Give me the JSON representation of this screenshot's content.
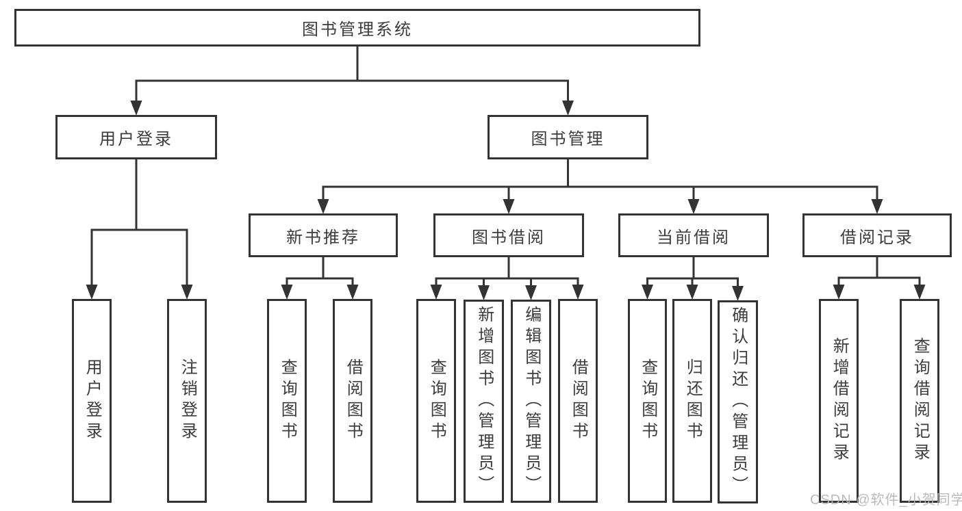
{
  "diagram": {
    "watermark": "CSDN @软件_小贺同学",
    "tree": {
      "id": "root",
      "label": "图书管理系统",
      "children": [
        {
          "id": "user-login",
          "label": "用户登录",
          "children": [
            {
              "id": "leaf-user-login",
              "label": "用户登录"
            },
            {
              "id": "leaf-logout",
              "label": "注销登录"
            }
          ]
        },
        {
          "id": "book-mgmt",
          "label": "图书管理",
          "children": [
            {
              "id": "new-book-rec",
              "label": "新书推荐",
              "children": [
                {
                  "id": "leaf-query-book-1",
                  "label": "查询图书"
                },
                {
                  "id": "leaf-borrow-book-1",
                  "label": "借阅图书"
                }
              ]
            },
            {
              "id": "book-borrow",
              "label": "图书借阅",
              "children": [
                {
                  "id": "leaf-query-book-2",
                  "label": "查询图书"
                },
                {
                  "id": "leaf-add-book",
                  "label": "新增图书（管理员）"
                },
                {
                  "id": "leaf-edit-book",
                  "label": "编辑图书（管理员）"
                },
                {
                  "id": "leaf-borrow-book-2",
                  "label": "借阅图书"
                }
              ]
            },
            {
              "id": "current-borrow",
              "label": "当前借阅",
              "children": [
                {
                  "id": "leaf-query-book-3",
                  "label": "查询图书"
                },
                {
                  "id": "leaf-return-book",
                  "label": "归还图书"
                },
                {
                  "id": "leaf-confirm-return",
                  "label": "确认归还（管理员）"
                }
              ]
            },
            {
              "id": "borrow-record",
              "label": "借阅记录",
              "children": [
                {
                  "id": "leaf-add-borrow-record",
                  "label": "新增借阅记录"
                },
                {
                  "id": "leaf-query-borrow-record",
                  "label": "查询借阅记录"
                }
              ]
            }
          ]
        }
      ]
    },
    "colors": {
      "line": "#333333",
      "text": "#3c3c3c",
      "watermark": "#b6b6b6",
      "background": "#ffffff"
    }
  }
}
